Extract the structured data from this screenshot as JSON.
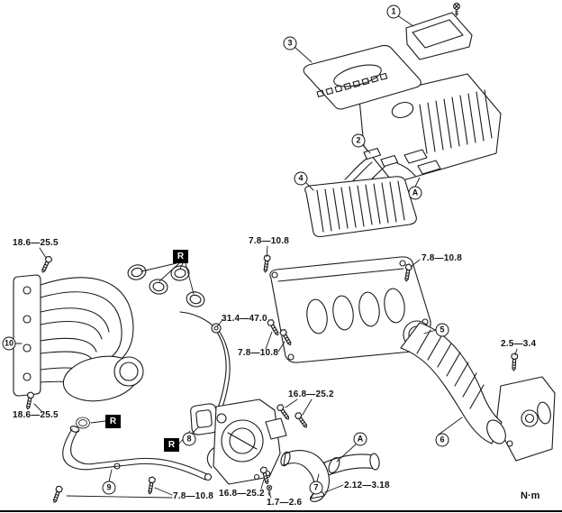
{
  "figure": {
    "unit_label": "N·m"
  },
  "callouts": {
    "c1": "1",
    "c2": "2",
    "c3": "3",
    "c4": "4",
    "c5": "5",
    "c6": "6",
    "c7": "7",
    "c8": "8",
    "c9": "9",
    "c10": "10",
    "a_top": "A",
    "a_bottom": "A"
  },
  "r_markers": {
    "top": "R",
    "mid": "R",
    "bottom": "R"
  },
  "torque_labels": {
    "manifold_upper": "18.6—25.5",
    "manifold_lower": "18.6—25.5",
    "cover_top": "7.8—10.8",
    "cover_right": "7.8—10.8",
    "housing_mid": "7.8—10.8",
    "pipe_bottom": "7.8—10.8",
    "fuel_pipe": "31.4—47.0",
    "throttle_upper": "16.8—25.2",
    "throttle_lower": "16.8—25.2",
    "bracket_bolt": "2.5—3.4",
    "hose_clamp": "2.12—3.18",
    "small_screw": "1.7—2.6"
  }
}
